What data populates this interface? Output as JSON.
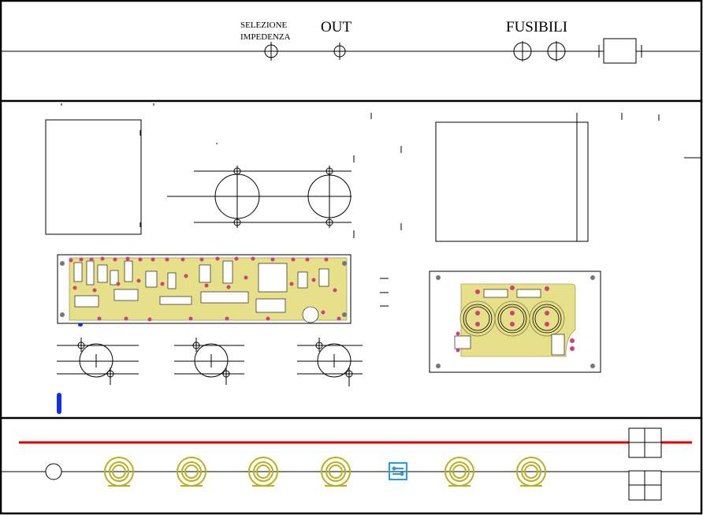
{
  "rear_panel": {
    "impedance_label_line1": "SELEZIONE",
    "impedance_label_line2": "IMPEDENZA",
    "output_label": "OUT",
    "fuse_label": "FUSIBILI"
  },
  "colors": {
    "line": "#000000",
    "pcb_board": "#ffffff",
    "copper_area": "#e6e08a",
    "pad": "#d0407a",
    "front_rail": "#e00000",
    "potentiometer": "#b8b020",
    "switch": "#20a0e0",
    "marker": "#1030e0"
  },
  "icons": [
    "chassis-outline",
    "transformer-outline",
    "toroid-outline",
    "amplifier-pcb",
    "power-supply-pcb",
    "capacitor-outline",
    "potentiometer-icon",
    "switch-icon",
    "fuse-holder-icon",
    "jack-icon"
  ]
}
